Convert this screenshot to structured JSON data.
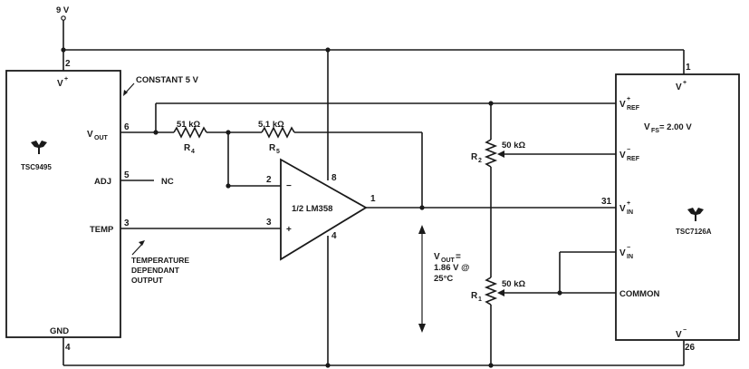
{
  "supply": {
    "label": "9 V"
  },
  "u1": {
    "name": "TSC9495",
    "vplus": "V",
    "vplus_sup": "+",
    "vout": "V",
    "vout_sub": "OUT",
    "adj": "ADJ",
    "temp": "TEMP",
    "gnd": "GND",
    "pin_vplus": "2",
    "pin_vout": "6",
    "pin_adj": "5",
    "pin_temp": "3",
    "pin_gnd": "4",
    "nc": "NC",
    "constant_note": "CONSTANT 5 V",
    "temp_note": [
      "TEMPERATURE",
      "DEPENDANT",
      "OUTPUT"
    ]
  },
  "r4": {
    "value": "51 kΩ",
    "name": "R",
    "sub": "4"
  },
  "r5": {
    "value": "5.1 kΩ",
    "name": "R",
    "sub": "5"
  },
  "opamp": {
    "name": "1/2 LM358",
    "pin_minus": "2",
    "pin_plus": "3",
    "pin_out": "1",
    "pin_vcc": "8",
    "pin_gnd": "4",
    "minus_sign": "−",
    "plus_sign": "+"
  },
  "r2": {
    "value": "50 kΩ",
    "name": "R",
    "sub": "2"
  },
  "r1": {
    "value": "50 kΩ",
    "name": "R",
    "sub": "1"
  },
  "vout_note": [
    "V",
    "OUT",
    " =",
    "1.86 V @",
    "25°C"
  ],
  "u2": {
    "name": "TSC7126A",
    "vplus": "V",
    "vplus_sup": "+",
    "vref_plus": "V",
    "vref_plus_sup": "+",
    "vref_plus_sub": "REF",
    "vfs": "V",
    "vfs_sub": "FS",
    "vfs_val": " = 2.00 V",
    "vref_minus": "V",
    "vref_minus_sup": "−",
    "vref_minus_sub": "REF",
    "vin_plus": "V",
    "vin_plus_sup": "+",
    "vin_plus_sub": "IN",
    "vin_minus": "V",
    "vin_minus_sup": "−",
    "vin_minus_sub": "IN",
    "common": "COMMON",
    "vminus": "V",
    "vminus_sup": "−",
    "pin_vplus": "1",
    "pin_vin_plus": "31",
    "pin_vminus": "26"
  }
}
